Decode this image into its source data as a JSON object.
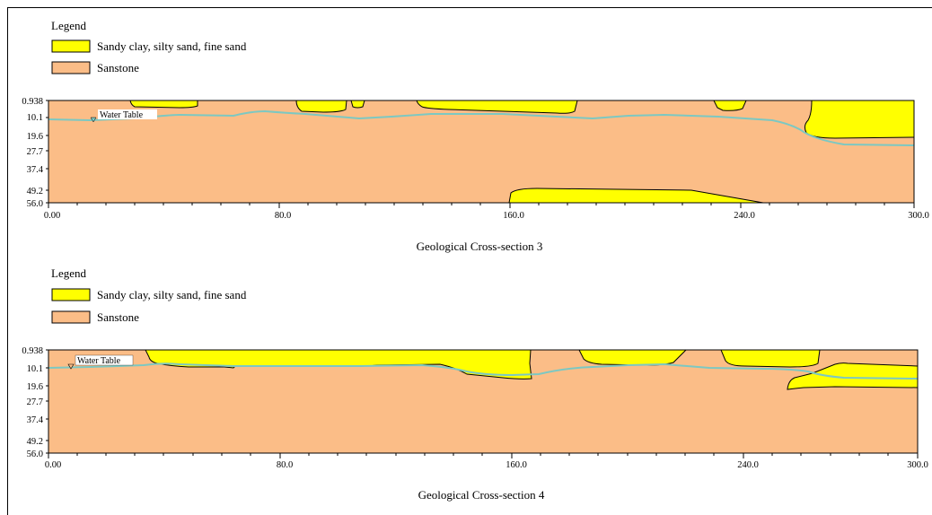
{
  "colors": {
    "sand": "#ffff00",
    "sandstone": "#fbbd87",
    "water": "#7cc8c2",
    "outline": "#000000"
  },
  "sections": [
    {
      "title": "Geological Cross-section 3",
      "legend": {
        "heading": "Legend",
        "items": [
          {
            "label": "Sandy clay, silty sand, fine sand"
          },
          {
            "label": "Sanstone"
          }
        ]
      },
      "water_table_label": "Water Table",
      "y_ticks": [
        "0.938",
        "10.1",
        "19.6",
        "27.7",
        "37.4",
        "49.2",
        "56.0"
      ],
      "x_ticks": [
        "0.00",
        "80.0",
        "160.0",
        "240.0",
        "300.0"
      ]
    },
    {
      "title": "Geological Cross-section 4",
      "legend": {
        "heading": "Legend",
        "items": [
          {
            "label": "Sandy clay, silty sand, fine sand"
          },
          {
            "label": "Sanstone"
          }
        ]
      },
      "water_table_label": "Water Table",
      "y_ticks": [
        "0.938",
        "10.1",
        "19.6",
        "27.7",
        "37.4",
        "49.2",
        "56.0"
      ],
      "x_ticks": [
        "0.00",
        "80.0",
        "160.0",
        "240.0",
        "300.0"
      ]
    }
  ]
}
